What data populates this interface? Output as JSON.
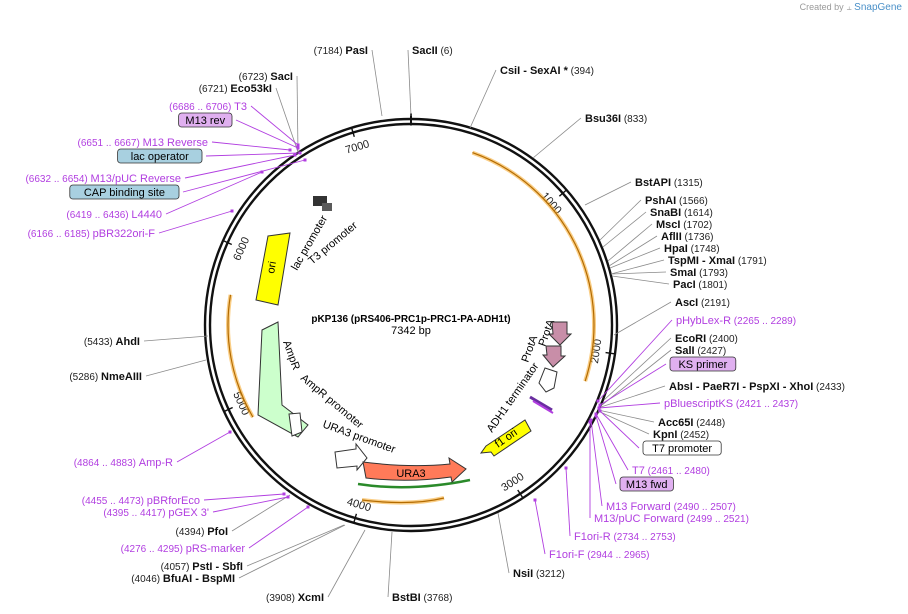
{
  "credit": {
    "prefix": "Created by",
    "brand": "SnapGene"
  },
  "plasmid": {
    "name": "pKP136 (pRS406-PRC1p-PRC1-PA-ADH1t)",
    "length": "7342 bp",
    "total_bp": 7342
  },
  "ticks": [
    "1000",
    "2000",
    "3000",
    "4000",
    "5000",
    "6000",
    "7000"
  ],
  "sites": [
    {
      "name": "PasI",
      "pos": "(7184)",
      "side": "left"
    },
    {
      "name": "SacII",
      "pos": "(6)",
      "side": "right"
    },
    {
      "name": "CsiI",
      "name2": "- SexAI *",
      "pos": "(394)",
      "side": "right"
    },
    {
      "name": "Bsu36I",
      "pos": "(833)",
      "side": "right"
    },
    {
      "name": "BstAPI",
      "pos": "(1315)",
      "side": "right"
    },
    {
      "name": "PshAI",
      "pos": "(1566)",
      "side": "right"
    },
    {
      "name": "SnaBI",
      "pos": "(1614)",
      "side": "right"
    },
    {
      "name": "MscI",
      "pos": "(1702)",
      "side": "right"
    },
    {
      "name": "AflII",
      "pos": "(1736)",
      "side": "right"
    },
    {
      "name": "HpaI",
      "pos": "(1748)",
      "side": "right"
    },
    {
      "name": "TspMI",
      "name2": "- XmaI",
      "pos": "(1791)",
      "side": "right"
    },
    {
      "name": "SmaI",
      "pos": "(1793)",
      "side": "right"
    },
    {
      "name": "PacI",
      "pos": "(1801)",
      "side": "right"
    },
    {
      "name": "AscI",
      "pos": "(2191)",
      "side": "right"
    },
    {
      "name": "EcoRI",
      "pos": "(2400)",
      "side": "right"
    },
    {
      "name": "SalI",
      "pos": "(2427)",
      "side": "right"
    },
    {
      "name": "AbsI",
      "name2": "- PaeR7I   - PspXI   - XhoI",
      "pos": "(2433)",
      "side": "right"
    },
    {
      "name": "Acc65I",
      "pos": "(2448)",
      "side": "right"
    },
    {
      "name": "KpnI",
      "pos": "(2452)",
      "side": "right"
    },
    {
      "name": "NsiI",
      "pos": "(3212)",
      "side": "right"
    },
    {
      "name": "BstBI",
      "pos": "(3768)",
      "side": "right"
    },
    {
      "name": "XcmI",
      "pos": "(3908)",
      "side": "left"
    },
    {
      "name": "BfuAI",
      "name2": "- BspMI",
      "pos": "(4046)",
      "side": "left"
    },
    {
      "name": "PstI",
      "name2": "- SbfI",
      "pos": "(4057)",
      "side": "left"
    },
    {
      "name": "PfoI",
      "pos": "(4394)",
      "side": "left"
    },
    {
      "name": "NmeAIII",
      "pos": "(5286)",
      "side": "left"
    },
    {
      "name": "AhdI",
      "pos": "(5433)",
      "side": "left"
    },
    {
      "name": "Eco53kI",
      "pos": "(6721)",
      "side": "left"
    },
    {
      "name": "SacI",
      "pos": "(6723)",
      "side": "left"
    }
  ],
  "primers": [
    {
      "name": "T3",
      "pos": "(6686 .. 6706)"
    },
    {
      "name": "M13 rev",
      "boxed": true
    },
    {
      "name": "M13 Reverse",
      "pos": "(6651 .. 6667)"
    },
    {
      "name": "lac operator",
      "boxed": true
    },
    {
      "name": "M13/pUC Reverse",
      "pos": "(6632 .. 6654)"
    },
    {
      "name": "CAP binding site",
      "boxed": true
    },
    {
      "name": "L4440",
      "pos": "(6419 .. 6436)"
    },
    {
      "name": "pBR322ori-F",
      "pos": "(6166 .. 6185)"
    },
    {
      "name": "pHybLex-R",
      "pos": "(2265 .. 2289)"
    },
    {
      "name": "KS primer",
      "boxed": true
    },
    {
      "name": "pBluescriptKS",
      "pos": "(2421 .. 2437)"
    },
    {
      "name": "T7 promoter",
      "boxed": true
    },
    {
      "name": "T7",
      "pos": "(2461 .. 2480)"
    },
    {
      "name": "M13 fwd",
      "boxed": true
    },
    {
      "name": "M13 Forward",
      "pos": "(2490 .. 2507)"
    },
    {
      "name": "M13/pUC Forward",
      "pos": "(2499 .. 2521)"
    },
    {
      "name": "F1ori-R",
      "pos": "(2734 .. 2753)"
    },
    {
      "name": "F1ori-F",
      "pos": "(2944 .. 2965)"
    },
    {
      "name": "Amp-R",
      "pos": "(4864 .. 4883)"
    },
    {
      "name": "pBRforEco",
      "pos": "(4455 .. 4473)"
    },
    {
      "name": "pGEX 3'",
      "pos": "(4395 .. 4417)"
    },
    {
      "name": "pRS-marker",
      "pos": "(4276 .. 4295)"
    }
  ],
  "features": {
    "ori": "ori",
    "lac_promoter": "lac promoter",
    "t3_promoter": "T3 promoter",
    "ampr": "AmpR",
    "ampr_promoter": "AmpR promoter",
    "ura3_promoter": "URA3 promoter",
    "ura3": "URA3",
    "f1ori": "f1 ori",
    "adh1": "ADH1 terminator",
    "prota1": "ProtA",
    "prota2": "ProtA"
  },
  "colors": {
    "ori": "#ffff00",
    "ampr": "#ccffcc",
    "ura3": "#ff7a59",
    "f1ori": "#ffff00",
    "prota": "#c88ea8",
    "orf": "#f5a623",
    "primer": "#b13ee0",
    "box_purple": "#e0b0f0",
    "box_blue": "#a8d0e0"
  }
}
